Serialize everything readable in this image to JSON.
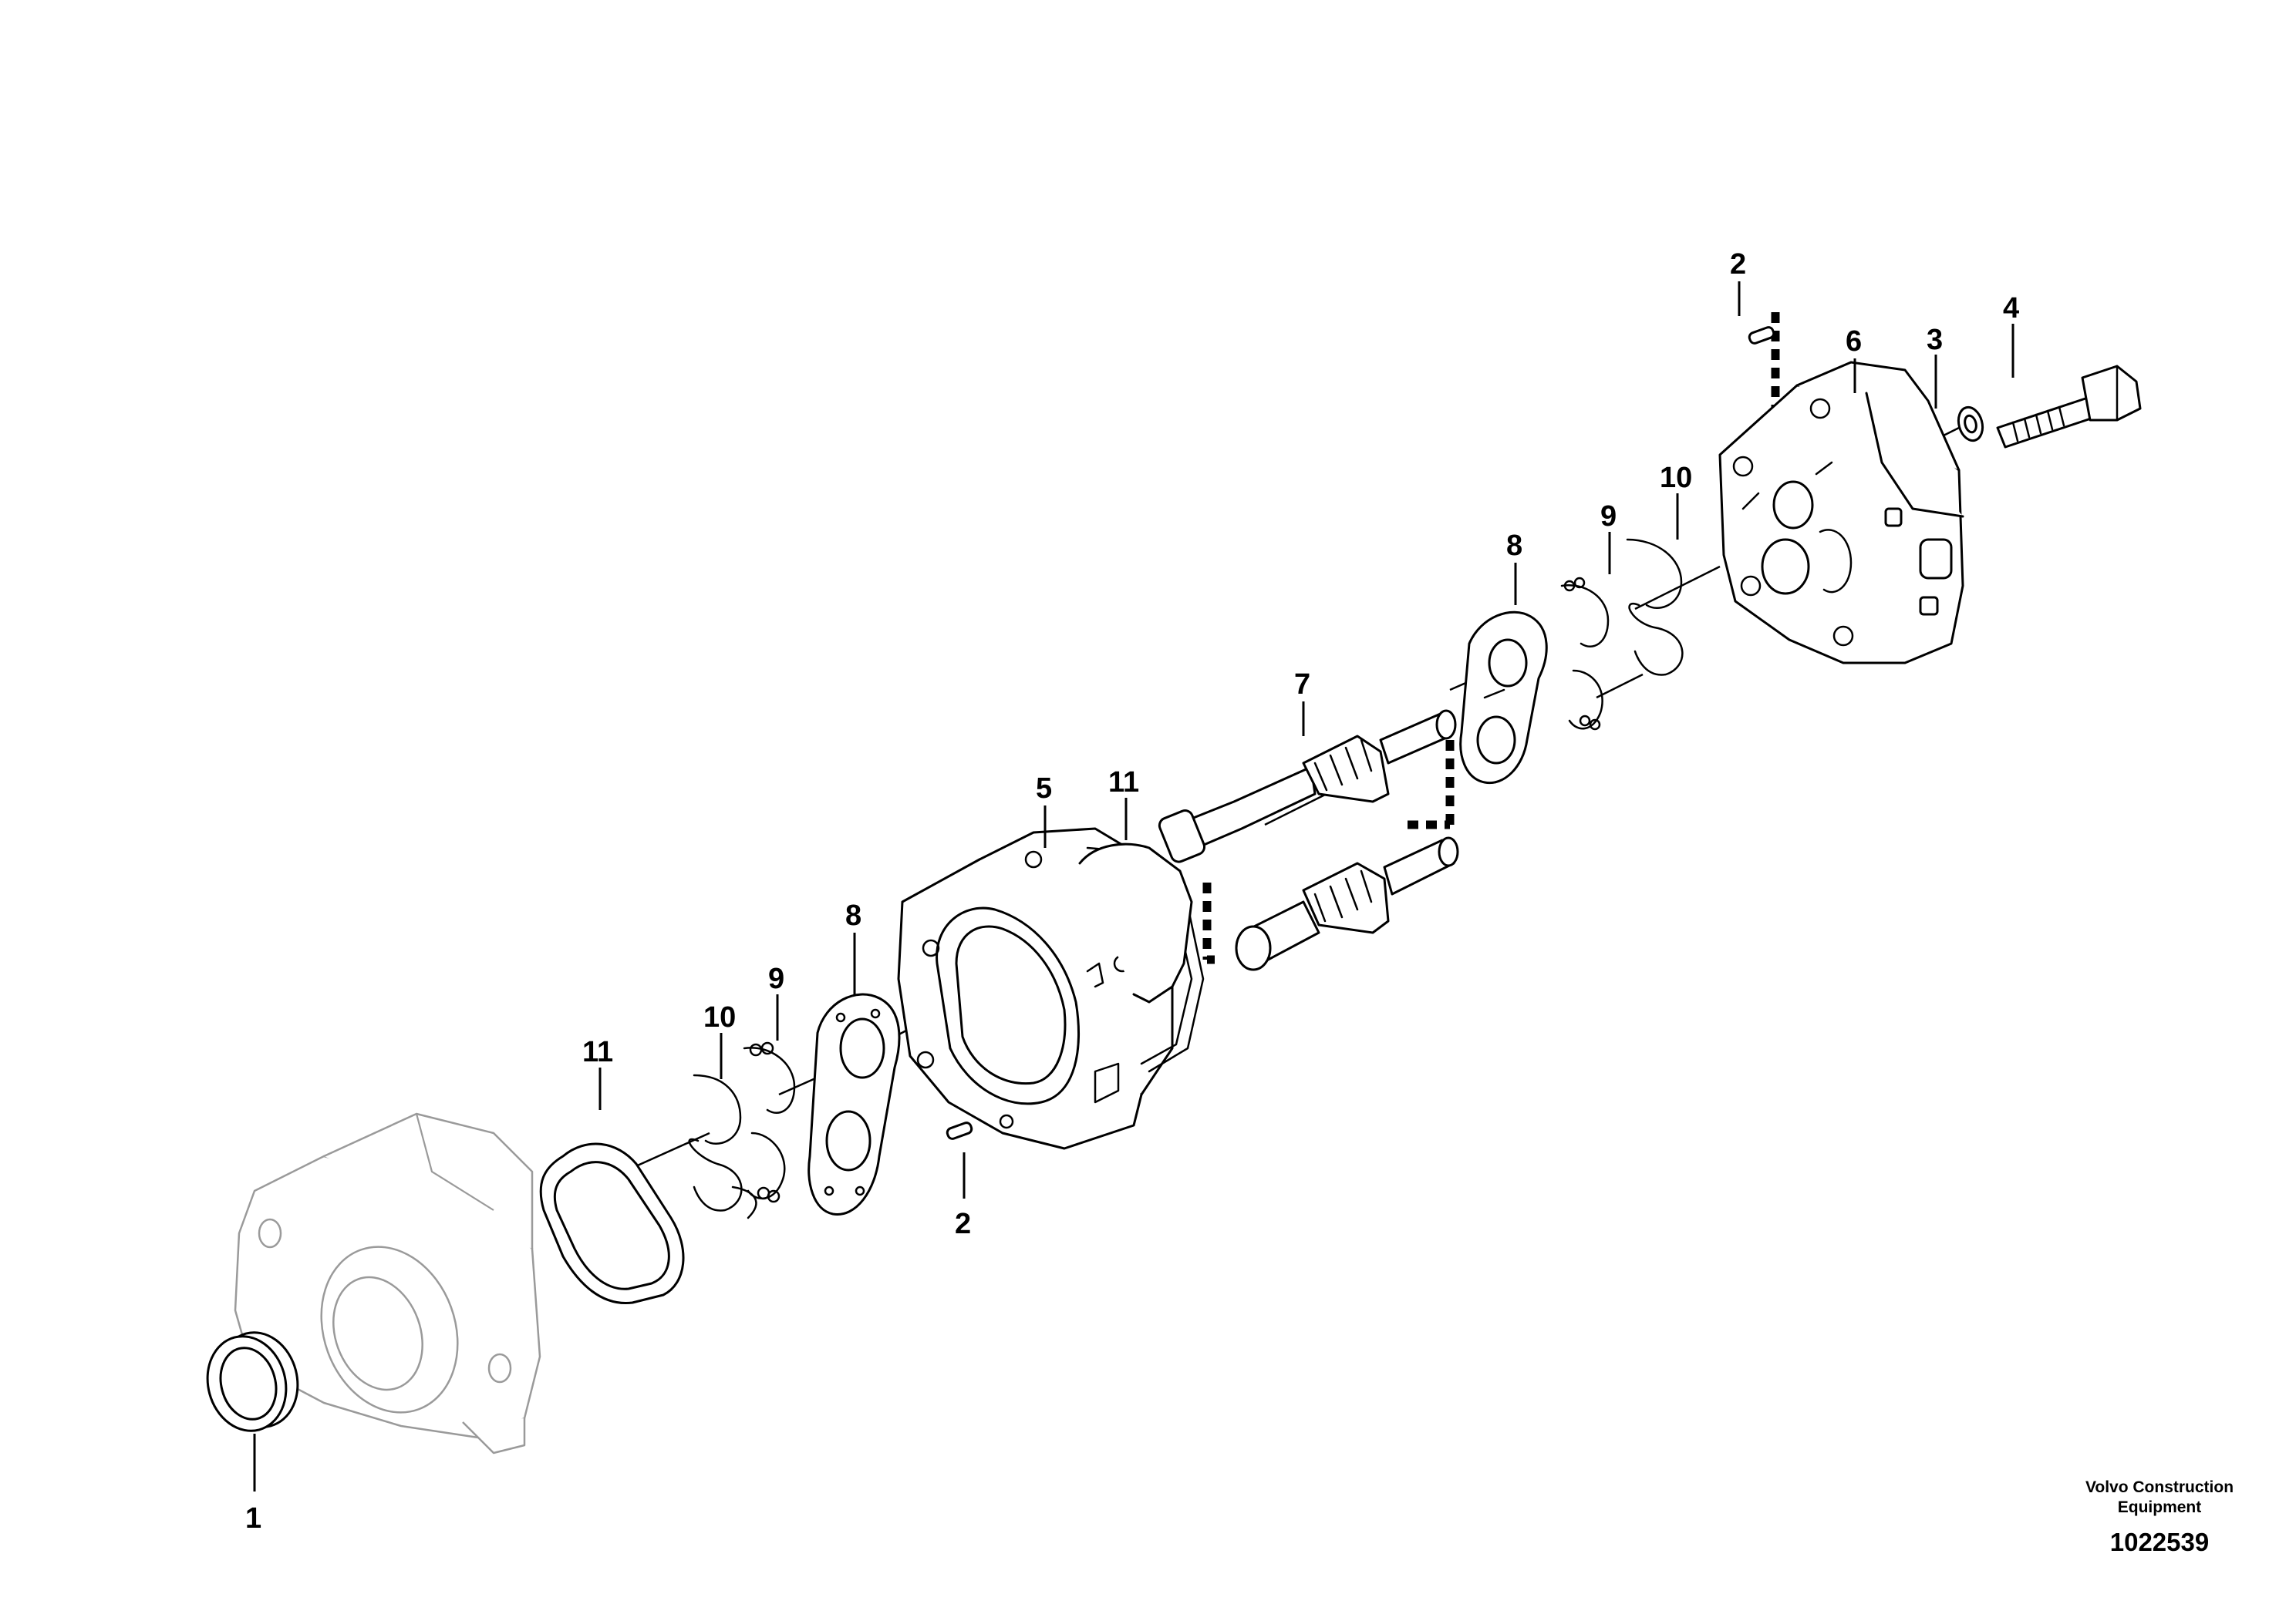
{
  "callouts": {
    "c1": "1",
    "c2_top": "2",
    "c2_bottom": "2",
    "c3": "3",
    "c4": "4",
    "c5": "5",
    "c6": "6",
    "c7": "7",
    "c8_left": "8",
    "c8_right": "8",
    "c9_left": "9",
    "c9_right": "9",
    "c10_left": "10",
    "c10_right": "10",
    "c11_left": "11",
    "c11_right": "11"
  },
  "footer": {
    "company_line1": "Volvo Construction",
    "company_line2": "Equipment",
    "drawing_number": "1022539"
  }
}
